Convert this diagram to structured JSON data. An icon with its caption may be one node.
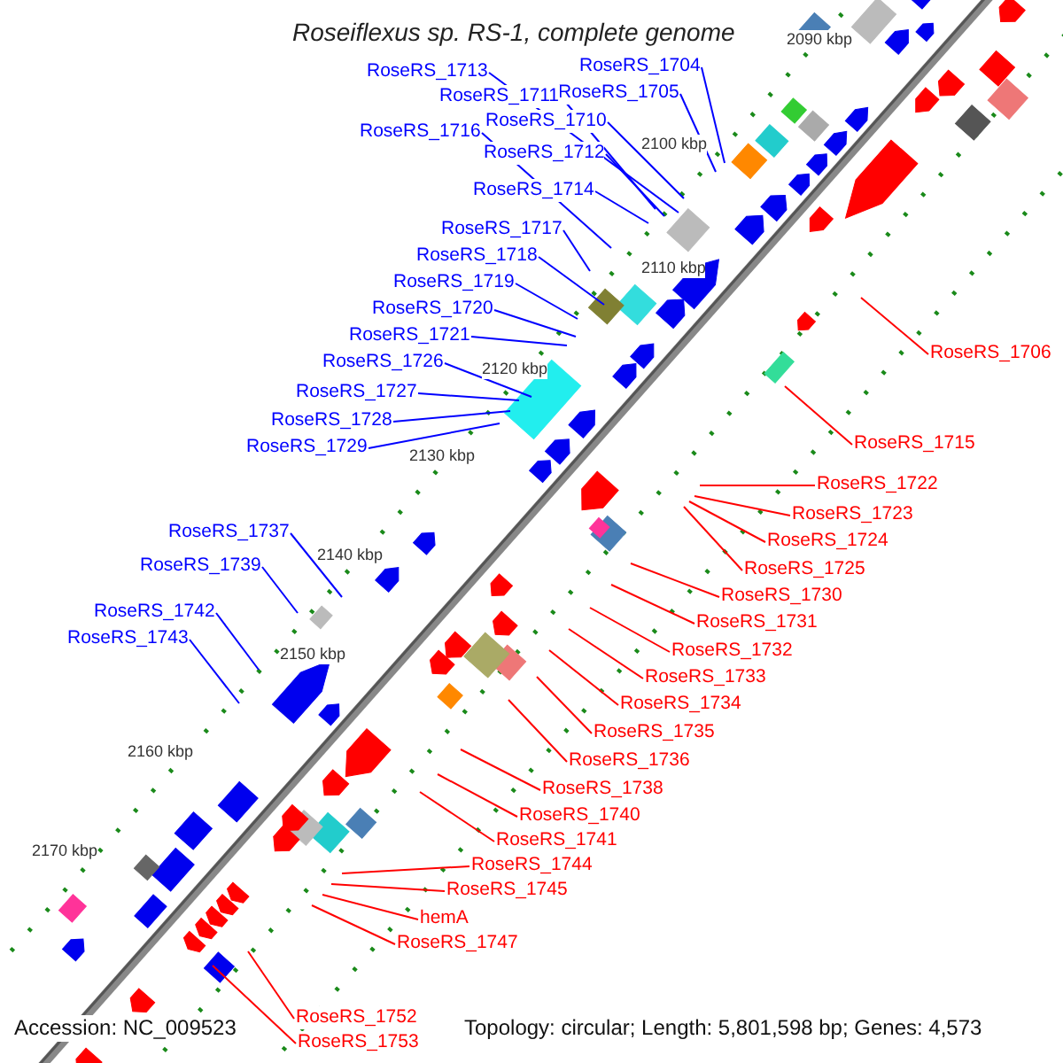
{
  "diagram": {
    "title": "Roseiflexus sp. RS-1, complete genome",
    "nodes": [
      {
        "text": [
          "RoseRS_1704"
        ]
      },
      {
        "text": [
          "RoseRS_1713"
        ]
      },
      {
        "text": [
          "RoseRS_1705"
        ]
      },
      {
        "text": [
          "RoseRS_1711"
        ]
      },
      {
        "text": [
          "RoseRS_1710"
        ]
      },
      {
        "text": [
          "RoseRS_1716"
        ]
      },
      {
        "text": [
          "RoseRS_1712"
        ]
      },
      {
        "text": [
          "RoseRS_1714"
        ]
      },
      {
        "text": [
          "RoseRS_1717"
        ]
      },
      {
        "text": [
          "RoseRS_1718"
        ]
      },
      {
        "text": [
          "RoseRS_1719"
        ]
      },
      {
        "text": [
          "RoseRS_1720"
        ]
      },
      {
        "text": [
          "RoseRS_1721"
        ]
      },
      {
        "text": [
          "RoseRS_1726"
        ]
      },
      {
        "text": [
          "RoseRS_1727"
        ]
      },
      {
        "text": [
          "RoseRS_1728"
        ]
      },
      {
        "text": [
          "RoseRS_1729"
        ]
      },
      {
        "text": [
          "RoseRS_1737"
        ]
      },
      {
        "text": [
          "RoseRS_1739"
        ]
      },
      {
        "text": [
          "RoseRS_1742"
        ]
      },
      {
        "text": [
          "RoseRS_1743"
        ]
      },
      {
        "text": [
          "RoseRS_1706"
        ]
      },
      {
        "text": [
          "RoseRS_1715"
        ]
      },
      {
        "text": [
          "RoseRS_1722"
        ]
      },
      {
        "text": [
          "RoseRS_1723"
        ]
      },
      {
        "text": [
          "RoseRS_1724"
        ]
      },
      {
        "text": [
          "RoseRS_1725"
        ]
      },
      {
        "text": [
          "RoseRS_1730"
        ]
      },
      {
        "text": [
          "RoseRS_1731"
        ]
      },
      {
        "text": [
          "RoseRS_1732"
        ]
      },
      {
        "text": [
          "RoseRS_1733"
        ]
      },
      {
        "text": [
          "RoseRS_1734"
        ]
      },
      {
        "text": [
          "RoseRS_1735"
        ]
      },
      {
        "text": [
          "RoseRS_1736"
        ]
      },
      {
        "text": [
          "RoseRS_1738"
        ]
      },
      {
        "text": [
          "RoseRS_1740"
        ]
      },
      {
        "text": [
          "RoseRS_1741"
        ]
      },
      {
        "text": [
          "RoseRS_1744"
        ]
      },
      {
        "text": [
          "RoseRS_1745"
        ]
      },
      {
        "text": [
          "hemA"
        ]
      },
      {
        "text": [
          "RoseRS_1747"
        ]
      },
      {
        "text": [
          "RoseRS_1752"
        ]
      },
      {
        "text": [
          "RoseRS_1753"
        ]
      }
    ],
    "edges": [
      {
        "from": 0,
        "to": null,
        "arrow": "none",
        "color": "#0000ff"
      },
      {
        "from": 1,
        "to": null,
        "arrow": "none",
        "color": "#0000ff"
      },
      {
        "from": 2,
        "to": null,
        "arrow": "none",
        "color": "#0000ff"
      },
      {
        "from": 3,
        "to": null,
        "arrow": "none",
        "color": "#0000ff"
      },
      {
        "from": 4,
        "to": null,
        "arrow": "none",
        "color": "#0000ff"
      },
      {
        "from": 5,
        "to": null,
        "arrow": "none",
        "color": "#0000ff"
      },
      {
        "from": 6,
        "to": null,
        "arrow": "none",
        "color": "#0000ff"
      },
      {
        "from": 7,
        "to": null,
        "arrow": "none",
        "color": "#0000ff"
      },
      {
        "from": 8,
        "to": null,
        "arrow": "none",
        "color": "#0000ff"
      },
      {
        "from": 9,
        "to": null,
        "arrow": "none",
        "color": "#0000ff"
      },
      {
        "from": 10,
        "to": null,
        "arrow": "none",
        "color": "#0000ff"
      },
      {
        "from": 11,
        "to": null,
        "arrow": "none",
        "color": "#0000ff"
      },
      {
        "from": 12,
        "to": null,
        "arrow": "none",
        "color": "#0000ff"
      },
      {
        "from": 13,
        "to": null,
        "arrow": "none",
        "color": "#0000ff"
      },
      {
        "from": 14,
        "to": null,
        "arrow": "none",
        "color": "#0000ff"
      },
      {
        "from": 15,
        "to": null,
        "arrow": "none",
        "color": "#0000ff"
      },
      {
        "from": 16,
        "to": null,
        "arrow": "none",
        "color": "#0000ff"
      },
      {
        "from": 17,
        "to": null,
        "arrow": "none",
        "color": "#0000ff"
      },
      {
        "from": 18,
        "to": null,
        "arrow": "none",
        "color": "#0000ff"
      },
      {
        "from": 19,
        "to": null,
        "arrow": "none",
        "color": "#0000ff"
      },
      {
        "from": 20,
        "to": null,
        "arrow": "none",
        "color": "#0000ff"
      },
      {
        "from": 21,
        "to": null,
        "arrow": "none"
      },
      {
        "from": 22,
        "to": null,
        "arrow": "none"
      },
      {
        "from": 23,
        "to": null,
        "arrow": "none"
      },
      {
        "from": 24,
        "to": null,
        "arrow": "none"
      },
      {
        "from": 25,
        "to": null,
        "arrow": "none"
      },
      {
        "from": 26,
        "to": null,
        "arrow": "none"
      },
      {
        "from": 27,
        "to": null,
        "arrow": "none"
      },
      {
        "from": 28,
        "to": null,
        "arrow": "none"
      },
      {
        "from": 29,
        "to": null,
        "arrow": "none"
      },
      {
        "from": 30,
        "to": null,
        "arrow": "none"
      },
      {
        "from": 31,
        "to": null,
        "arrow": "none"
      },
      {
        "from": 32,
        "to": null,
        "arrow": "none"
      },
      {
        "from": 33,
        "to": null,
        "arrow": "none"
      },
      {
        "from": 34,
        "to": null,
        "arrow": "none"
      },
      {
        "from": 35,
        "to": null,
        "arrow": "none"
      },
      {
        "from": 36,
        "to": null,
        "arrow": "none"
      },
      {
        "from": 37,
        "to": null,
        "arrow": "none"
      },
      {
        "from": 38,
        "to": null,
        "arrow": "none"
      },
      {
        "from": 39,
        "to": null,
        "arrow": "none"
      },
      {
        "from": 40,
        "to": null,
        "arrow": "none"
      },
      {
        "from": 41,
        "to": null,
        "arrow": "none"
      },
      {
        "from": 42,
        "to": null,
        "arrow": "none"
      }
    ],
    "labels": [
      "2090 kbp",
      "2100 kbp",
      "2110 kbp",
      "2120 kbp",
      "2130 kbp",
      "2140 kbp",
      "2150 kbp",
      "2160 kbp",
      "2170 kbp",
      "Accession: NC_009523",
      "Topology: circular; Length: 5,801,598 bp; Genes: 4,573"
    ]
  }
}
